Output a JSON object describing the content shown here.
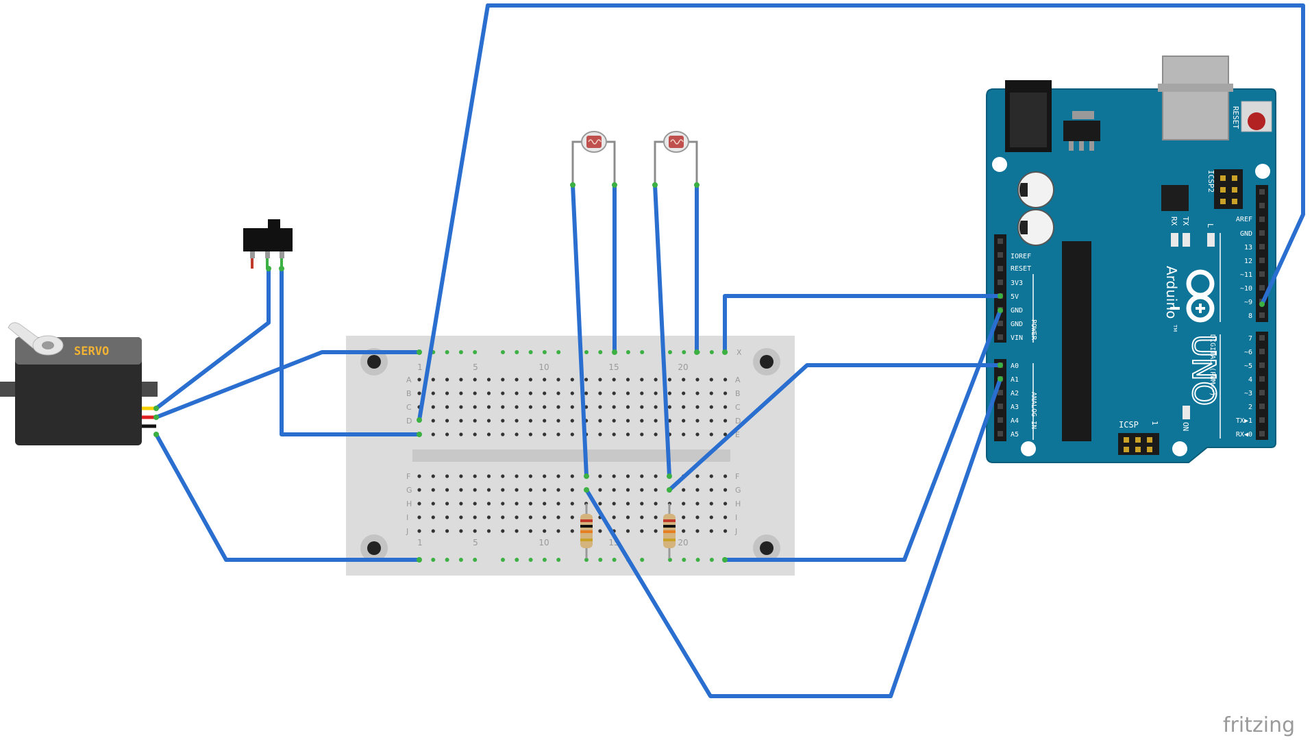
{
  "servo": {
    "label": "SERVO"
  },
  "breadboard": {
    "column_numbers": [
      "1",
      "5",
      "10",
      "15",
      "20"
    ],
    "row_letters_top": [
      "X",
      "A",
      "B",
      "C",
      "D",
      "E"
    ],
    "row_letters_bottom": [
      "F",
      "G",
      "H",
      "I",
      "J"
    ]
  },
  "arduino": {
    "reset_label": "RESET",
    "icsp2_label": "ICSP2",
    "icsp_label": "ICSP",
    "icsp_pin1": "1",
    "tx_label": "TX",
    "rx_label": "RX",
    "l_label": "L",
    "on_label": "ON",
    "brand": "Arduino",
    "trademark": "TM",
    "model": "UNO",
    "power_header_label": "POWER",
    "analog_header_label": "ANALOG IN",
    "digital_header_label": "DIGITAL (PWM=~)",
    "power_pins": [
      "IOREF",
      "RESET",
      "3V3",
      "5V",
      "GND",
      "GND",
      "VIN"
    ],
    "analog_pins": [
      "A0",
      "A1",
      "A2",
      "A3",
      "A4",
      "A5"
    ],
    "digital_pins_top": [
      "AREF",
      "GND",
      "13",
      "12",
      "~11",
      "~10",
      "~9",
      "8"
    ],
    "digital_pins_bottom": [
      "7",
      "~6",
      "~5",
      "4",
      "~3",
      "2",
      "TX▶1",
      "RX◀0"
    ]
  },
  "watermark": "fritzing",
  "colors": {
    "wire": "#2a6fd0",
    "wire_dark": "#1f58a8",
    "board": "#0e7599",
    "board_edge": "#0a5d7a",
    "breadboard": "#dcdcdc",
    "servo_body": "#2b2b2b",
    "servo_top": "#6b6b6b",
    "servo_label": "#f2b233",
    "pin_green": "#3cb043"
  }
}
